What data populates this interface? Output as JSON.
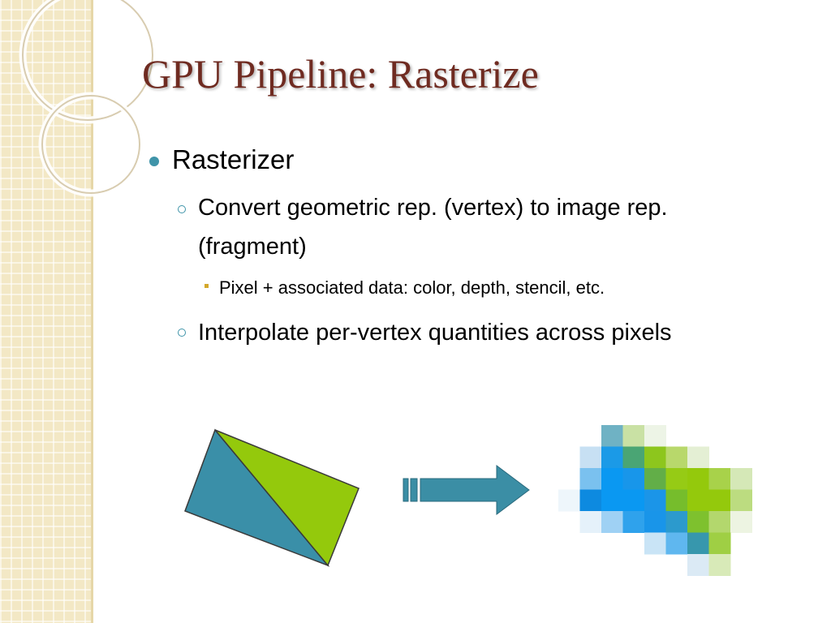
{
  "slide": {
    "title": "GPU Pipeline: Rasterize",
    "bullets": {
      "level1": "Rasterizer",
      "level2_first_line1": "Convert geometric rep. (vertex) to image rep.",
      "level2_first_line2": "(fragment)",
      "level3": "Pixel + associated data: color, depth, stencil, etc.",
      "level2_second": "Interpolate per-vertex quantities across pixels"
    }
  },
  "colors": {
    "title": "#6f2b21",
    "bullet": "#3f94a9",
    "triangle_left": "#3a8fa8",
    "triangle_right": "#94c90c",
    "arrow": "#3b8ea5"
  },
  "icons": [
    "bullet-dot-icon",
    "ring-bullet-icon",
    "square-bullet-icon",
    "right-arrow-icon"
  ]
}
